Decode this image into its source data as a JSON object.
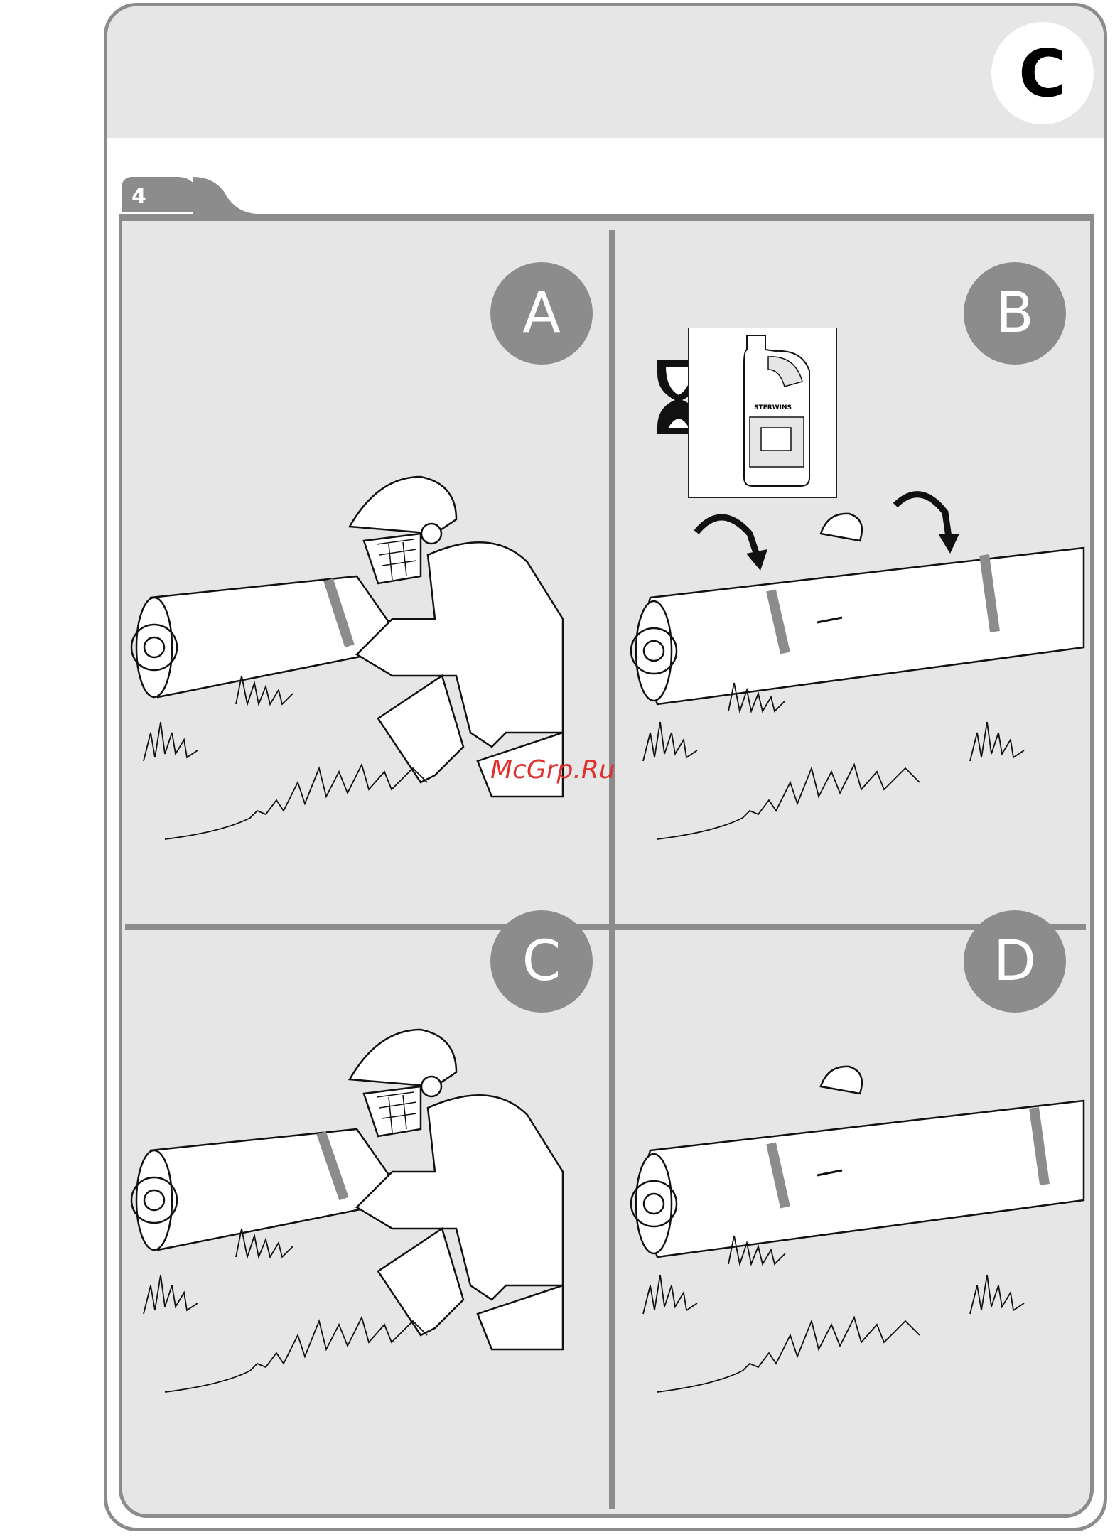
{
  "section": {
    "letter": "C"
  },
  "step": {
    "number": "4"
  },
  "panels": [
    {
      "letter": "A"
    },
    {
      "letter": "B",
      "product_brand": "STERWINS"
    },
    {
      "letter": "C"
    },
    {
      "letter": "D"
    }
  ],
  "watermark": "McGrp.Ru",
  "colors": {
    "frame": "#8c8c8c",
    "panel_bg": "#e6e6e6",
    "watermark": "#e0312f"
  }
}
